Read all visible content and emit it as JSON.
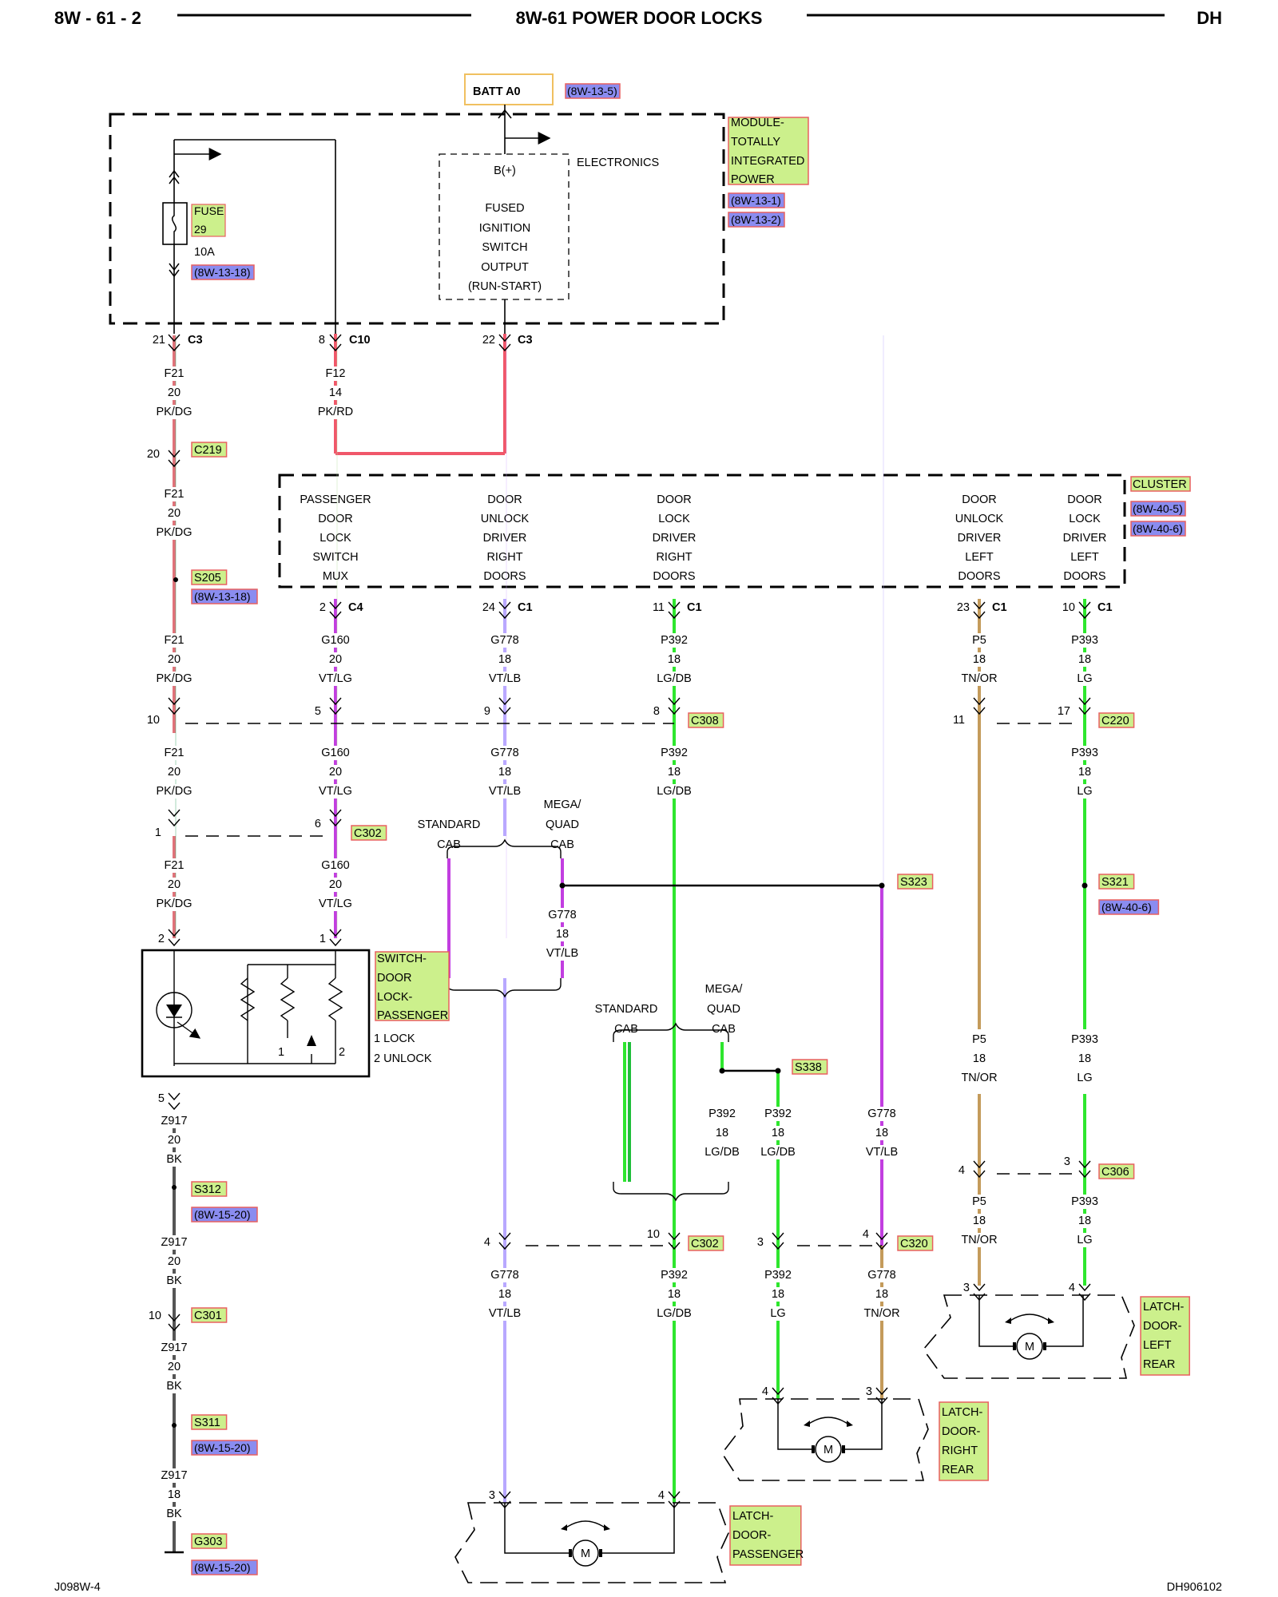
{
  "header": {
    "left": "8W - 61 - 2",
    "center": "8W-61 POWER DOOR LOCKS",
    "right": "DH"
  },
  "footer": {
    "left": "J098W-4",
    "right": "DH906102"
  },
  "colors": {
    "pk_dg": "#e0737b",
    "pk_rd": "#f0576a",
    "vt": "#c23ee0",
    "vt_lb": "#b8a8ff",
    "lg": "#2ee62e",
    "lg_db": "#1fbf3a",
    "tn_or": "#c49b5b",
    "bk": "#555555",
    "tag_green": "#ccf08c",
    "tag_blue": "#8a8cf0",
    "tag_border": "#e86060",
    "batt_border": "#f0c060"
  },
  "batt": {
    "label": "BATT A0",
    "ref": "(8W-13-5)"
  },
  "module": {
    "name_lines": [
      "MODULE-",
      "TOTALLY",
      "INTEGRATED",
      "POWER"
    ],
    "refs": [
      "(8W-13-1)",
      "(8W-13-2)"
    ],
    "electronics": "ELECTRONICS",
    "bplus": "B(+)",
    "fused_lines": [
      "FUSED",
      "IGNITION",
      "SWITCH",
      "OUTPUT",
      "(RUN-START)"
    ],
    "fuse_lines": [
      "FUSE",
      "29"
    ],
    "fuse_rating": "10A",
    "fuse_ref": "(8W-13-18)"
  },
  "cluster": {
    "name": "CLUSTER",
    "refs": [
      "(8W-40-5)",
      "(8W-40-6)"
    ],
    "cols": [
      [
        "PASSENGER",
        "DOOR",
        "LOCK",
        "SWITCH",
        "MUX"
      ],
      [
        "DOOR",
        "UNLOCK",
        "DRIVER",
        "RIGHT",
        "DOORS"
      ],
      [
        "DOOR",
        "LOCK",
        "DRIVER",
        "RIGHT",
        "DOORS"
      ],
      [
        "DOOR",
        "UNLOCK",
        "DRIVER",
        "LEFT",
        "DOORS"
      ],
      [
        "DOOR",
        "LOCK",
        "DRIVER",
        "LEFT",
        "DOORS"
      ]
    ]
  },
  "switch": {
    "name_lines": [
      "SWITCH-",
      "DOOR",
      "LOCK-",
      "PASSENGER"
    ],
    "legend": [
      "1 LOCK",
      "2 UNLOCK"
    ],
    "pin_labels": [
      "1",
      "2"
    ]
  },
  "labels": [
    {
      "id": "c3a-pin",
      "text": "21"
    },
    {
      "id": "c3a",
      "text": "C3"
    },
    {
      "id": "c10-pin",
      "text": "8"
    },
    {
      "id": "c10",
      "text": "C10"
    },
    {
      "id": "c3b-pin",
      "text": "22"
    },
    {
      "id": "c3b",
      "text": "C3"
    },
    {
      "id": "c219-pin",
      "text": "20"
    },
    {
      "id": "c4-pin",
      "text": "2"
    },
    {
      "id": "c4",
      "text": "C4"
    },
    {
      "id": "c1a-pin",
      "text": "24"
    },
    {
      "id": "c1a",
      "text": "C1"
    },
    {
      "id": "c1b-pin",
      "text": "11"
    },
    {
      "id": "c1b",
      "text": "C1"
    },
    {
      "id": "c1c-pin",
      "text": "23"
    },
    {
      "id": "c1c",
      "text": "C1"
    },
    {
      "id": "c1d-pin",
      "text": "10"
    },
    {
      "id": "c1d",
      "text": "C1"
    },
    {
      "id": "c308-p1",
      "text": "10"
    },
    {
      "id": "c308-p2",
      "text": "5"
    },
    {
      "id": "c308-p3",
      "text": "9"
    },
    {
      "id": "c308-p4",
      "text": "8"
    },
    {
      "id": "c220-p1",
      "text": "11"
    },
    {
      "id": "c220-p2",
      "text": "17"
    },
    {
      "id": "c302a-p1",
      "text": "1"
    },
    {
      "id": "c302a-p2",
      "text": "6"
    },
    {
      "id": "sw-p1",
      "text": "2"
    },
    {
      "id": "sw-p2",
      "text": "1"
    },
    {
      "id": "sw-p5",
      "text": "5"
    },
    {
      "id": "c301-pin",
      "text": "10"
    },
    {
      "id": "c306-p1",
      "text": "4"
    },
    {
      "id": "c306-p2",
      "text": "3"
    },
    {
      "id": "c302b-p1",
      "text": "4"
    },
    {
      "id": "c302b-p2",
      "text": "10"
    },
    {
      "id": "c320-p1",
      "text": "3"
    },
    {
      "id": "c320-p2",
      "text": "4"
    },
    {
      "id": "llr-p1",
      "text": "3"
    },
    {
      "id": "llr-p2",
      "text": "4"
    },
    {
      "id": "lrr-p1",
      "text": "4"
    },
    {
      "id": "lrr-p2",
      "text": "3"
    },
    {
      "id": "lp-p1",
      "text": "3"
    },
    {
      "id": "lp-p2",
      "text": "4"
    },
    {
      "id": "std-cab-1",
      "text": "STANDARD"
    },
    {
      "id": "std-cab-1b",
      "text": "CAB"
    },
    {
      "id": "mq-cab-1",
      "text": "MEGA/"
    },
    {
      "id": "mq-cab-1b",
      "text": "QUAD"
    },
    {
      "id": "mq-cab-1c",
      "text": "CAB"
    },
    {
      "id": "std-cab-2",
      "text": "STANDARD"
    },
    {
      "id": "std-cab-2b",
      "text": "CAB"
    },
    {
      "id": "mq-cab-2",
      "text": "MEGA/"
    },
    {
      "id": "mq-cab-2b",
      "text": "QUAD"
    },
    {
      "id": "mq-cab-2c",
      "text": "CAB"
    }
  ],
  "tags": [
    {
      "id": "c219",
      "text": "C219"
    },
    {
      "id": "s205",
      "text": "S205"
    },
    {
      "id": "s205-ref",
      "text": "(8W-13-18)"
    },
    {
      "id": "c308",
      "text": "C308"
    },
    {
      "id": "c220",
      "text": "C220"
    },
    {
      "id": "c302a",
      "text": "C302"
    },
    {
      "id": "s323",
      "text": "S323"
    },
    {
      "id": "s321",
      "text": "S321"
    },
    {
      "id": "s321-ref",
      "text": "(8W-40-6)"
    },
    {
      "id": "s338",
      "text": "S338"
    },
    {
      "id": "c306",
      "text": "C306"
    },
    {
      "id": "s312",
      "text": "S312"
    },
    {
      "id": "s312-ref",
      "text": "(8W-15-20)"
    },
    {
      "id": "c301",
      "text": "C301"
    },
    {
      "id": "c302b",
      "text": "C302"
    },
    {
      "id": "c320",
      "text": "C320"
    },
    {
      "id": "s311",
      "text": "S311"
    },
    {
      "id": "s311-ref",
      "text": "(8W-15-20)"
    },
    {
      "id": "g303",
      "text": "G303"
    },
    {
      "id": "g303-ref",
      "text": "(8W-15-20)"
    },
    {
      "id": "llr",
      "lines": [
        "LATCH-",
        "DOOR-",
        "LEFT",
        "REAR"
      ]
    },
    {
      "id": "lrr",
      "lines": [
        "LATCH-",
        "DOOR-",
        "RIGHT",
        "REAR"
      ]
    },
    {
      "id": "lp",
      "lines": [
        "LATCH-",
        "DOOR-",
        "PASSENGER"
      ]
    }
  ],
  "wires": [
    {
      "id": "w01",
      "lines": [
        "F21",
        "20",
        "PK/DG"
      ]
    },
    {
      "id": "w02",
      "lines": [
        "F12",
        "14",
        "PK/RD"
      ]
    },
    {
      "id": "w03",
      "lines": [
        "F21",
        "20",
        "PK/DG"
      ]
    },
    {
      "id": "w04",
      "lines": [
        "F21",
        "20",
        "PK/DG"
      ]
    },
    {
      "id": "w05",
      "lines": [
        "G160",
        "20",
        "VT/LG"
      ]
    },
    {
      "id": "w06",
      "lines": [
        "G778",
        "18",
        "VT/LB"
      ]
    },
    {
      "id": "w07",
      "lines": [
        "P392",
        "18",
        "LG/DB"
      ]
    },
    {
      "id": "w08",
      "lines": [
        "P5",
        "18",
        "TN/OR"
      ]
    },
    {
      "id": "w09",
      "lines": [
        "P393",
        "18",
        "LG"
      ]
    },
    {
      "id": "w10",
      "lines": [
        "F21",
        "20",
        "PK/DG"
      ]
    },
    {
      "id": "w11",
      "lines": [
        "G160",
        "20",
        "VT/LG"
      ]
    },
    {
      "id": "w12",
      "lines": [
        "G778",
        "18",
        "VT/LB"
      ]
    },
    {
      "id": "w13",
      "lines": [
        "P392",
        "18",
        "LG/DB"
      ]
    },
    {
      "id": "w14",
      "lines": [
        "P393",
        "18",
        "LG"
      ]
    },
    {
      "id": "w15",
      "lines": [
        "F21",
        "20",
        "PK/DG"
      ]
    },
    {
      "id": "w16",
      "lines": [
        "G160",
        "20",
        "VT/LG"
      ]
    },
    {
      "id": "w17",
      "lines": [
        "G778",
        "18",
        "VT/LB"
      ]
    },
    {
      "id": "w18",
      "lines": [
        "P5",
        "18",
        "TN/OR"
      ]
    },
    {
      "id": "w19",
      "lines": [
        "P393",
        "18",
        "LG"
      ]
    },
    {
      "id": "w20",
      "lines": [
        "Z917",
        "20",
        "BK"
      ]
    },
    {
      "id": "w21",
      "lines": [
        "P392",
        "18",
        "LG/DB"
      ]
    },
    {
      "id": "w22",
      "lines": [
        "P392",
        "18",
        "LG/DB"
      ]
    },
    {
      "id": "w23",
      "lines": [
        "G778",
        "18",
        "VT/LB"
      ]
    },
    {
      "id": "w24",
      "lines": [
        "P5",
        "18",
        "TN/OR"
      ]
    },
    {
      "id": "w25",
      "lines": [
        "P393",
        "18",
        "LG"
      ]
    },
    {
      "id": "w26",
      "lines": [
        "Z917",
        "20",
        "BK"
      ]
    },
    {
      "id": "w27",
      "lines": [
        "G778",
        "18",
        "VT/LB"
      ]
    },
    {
      "id": "w28",
      "lines": [
        "P392",
        "18",
        "LG/DB"
      ]
    },
    {
      "id": "w29",
      "lines": [
        "P392",
        "18",
        "LG"
      ]
    },
    {
      "id": "w30",
      "lines": [
        "G778",
        "18",
        "TN/OR"
      ]
    },
    {
      "id": "w31",
      "lines": [
        "Z917",
        "20",
        "BK"
      ]
    },
    {
      "id": "w32",
      "lines": [
        "Z917",
        "18",
        "BK"
      ]
    }
  ]
}
